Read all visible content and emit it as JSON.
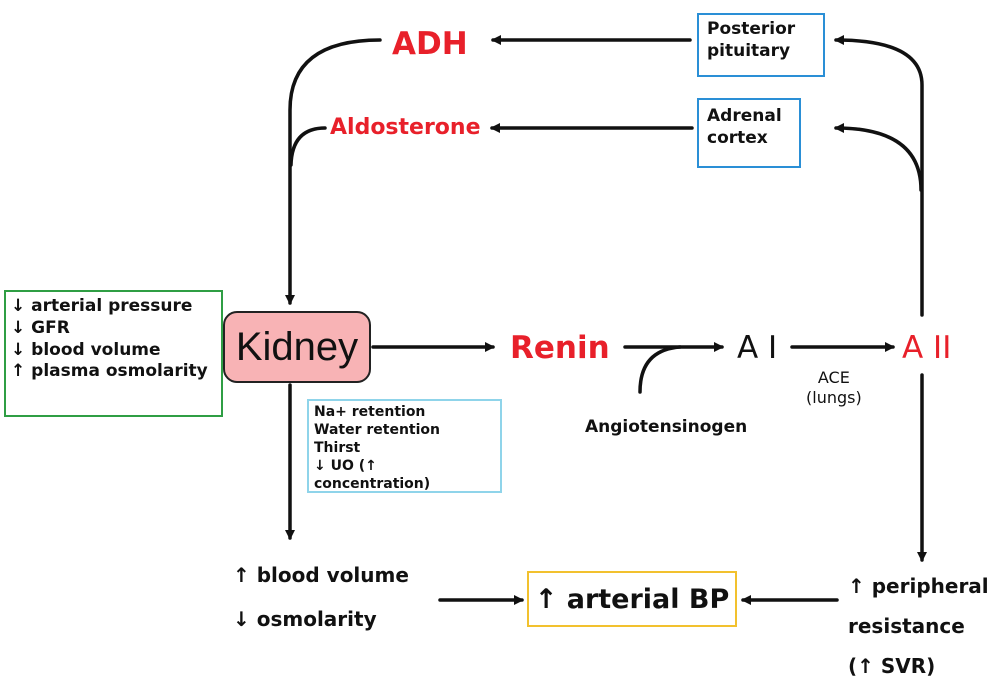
{
  "nodes": {
    "adh": "ADH",
    "aldosterone": "Aldosterone",
    "posterior_pituitary": [
      "Posterior",
      "pituitary"
    ],
    "adrenal_cortex": [
      "Adrenal",
      "cortex"
    ],
    "kidney": "Kidney",
    "renin": "Renin",
    "a1": "A I",
    "a2": "A II",
    "angiotensinogen": "Angiotensinogen",
    "ace": [
      "ACE",
      "(lungs)"
    ],
    "arterial_bp": "↑ arterial BP"
  },
  "stimuli": [
    "↓ arterial pressure",
    "↓ GFR",
    "↓ blood volume",
    "↑ plasma osmolarity"
  ],
  "kidney_effects": [
    "Na+ retention",
    "Water retention",
    "Thirst",
    "↓ UO (↑ concentration)"
  ],
  "volume_effects": [
    "↑ blood volume",
    "↓ osmolarity"
  ],
  "resistance_effects": [
    "↑ peripheral",
    "resistance",
    "(↑ SVR)"
  ],
  "colors": {
    "hormone_red": "#e8202a",
    "gland_box_blue": "#2a8fd6",
    "stimuli_box_green": "#2f9e44",
    "effects_box_lightblue": "#8fd4ea",
    "bp_box_yellow": "#f2c12e",
    "kidney_fill": "#f8b3b5"
  }
}
